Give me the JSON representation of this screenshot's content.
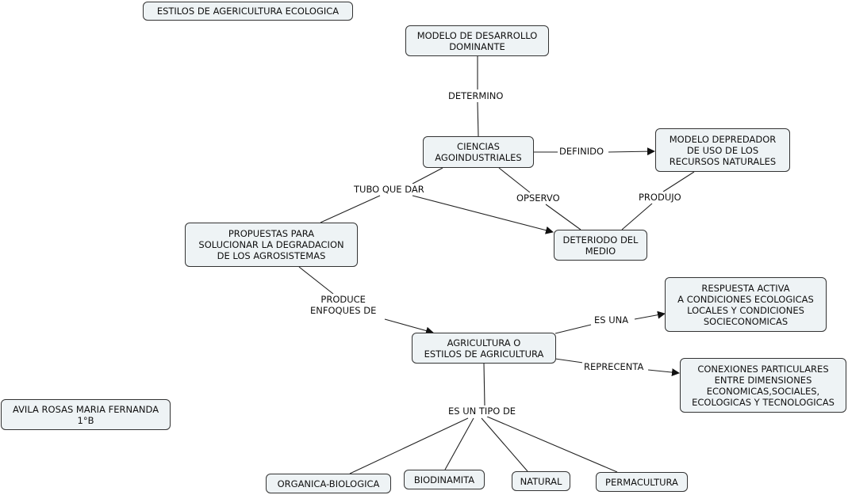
{
  "title": "ESTILOS DE AGERICULTURA ECOLOGICA",
  "author": "AVILA ROSAS MARIA FERNANDA\n1°B",
  "colors": {
    "node_fill": "#eef3f5",
    "node_border": "#333333",
    "line": "#222222"
  },
  "nodes": {
    "modelo_desarrollo": "MODELO DE DESARROLLO\nDOMINANTE",
    "ciencias": "CIENCIAS\nAGOINDUSTRIALES",
    "modelo_depredador": "MODELO DEPREDADOR\nDE USO DE LOS\nRECURSOS NATURALES",
    "propuestas": "PROPUESTAS PARA\nSOLUCIONAR LA DEGRADACION\nDE LOS AGROSISTEMAS",
    "deterioro": "DETERIODO DEL\nMEDIO",
    "agricultura": "AGRICULTURA O\nESTILOS DE AGRICULTURA",
    "respuesta": "RESPUESTA ACTIVA\nA CONDICIONES ECOLOGICAS\nLOCALES Y CONDICIONES\nSOCIECONOMICAS",
    "conexiones": "CONEXIONES PARTICULARES\nENTRE DIMENSIONES\nECONOMICAS,SOCIALES,\nECOLOGICAS Y TECNOLOGICAS",
    "organica": "ORGANICA-BIOLOGICA",
    "biodinamita": "BIODINAMITA",
    "natural": "NATURAL",
    "permacultura": "PERMACULTURA"
  },
  "links": {
    "determino": "DETERMINO",
    "definido": "DEFINIDO",
    "tubo": "TUBO QUE DAR",
    "opservo": "OPSERVO",
    "produjo": "PRODUJO",
    "produce": "PRODUCE\nENFOQUES DE",
    "es_una": "ES UNA",
    "reprecenta": "REPRECENTA",
    "tipo": "ES UN TIPO DE"
  }
}
